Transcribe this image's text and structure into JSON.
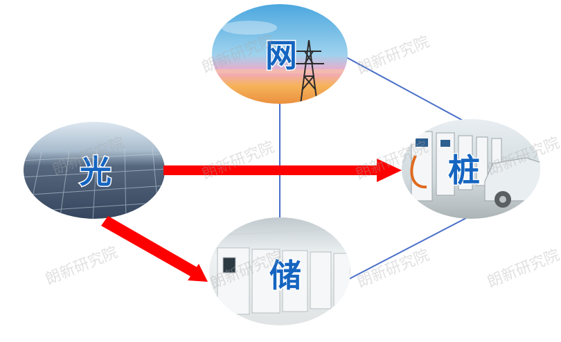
{
  "nodes": {
    "grid": {
      "label": "网"
    },
    "solar": {
      "label": "光"
    },
    "charger": {
      "label": "桩"
    },
    "storage": {
      "label": "储"
    }
  },
  "watermark": "朗新研究院",
  "colors": {
    "arrow": "#ff0000",
    "line": "#4a6fc9",
    "label": "#1565c0"
  }
}
